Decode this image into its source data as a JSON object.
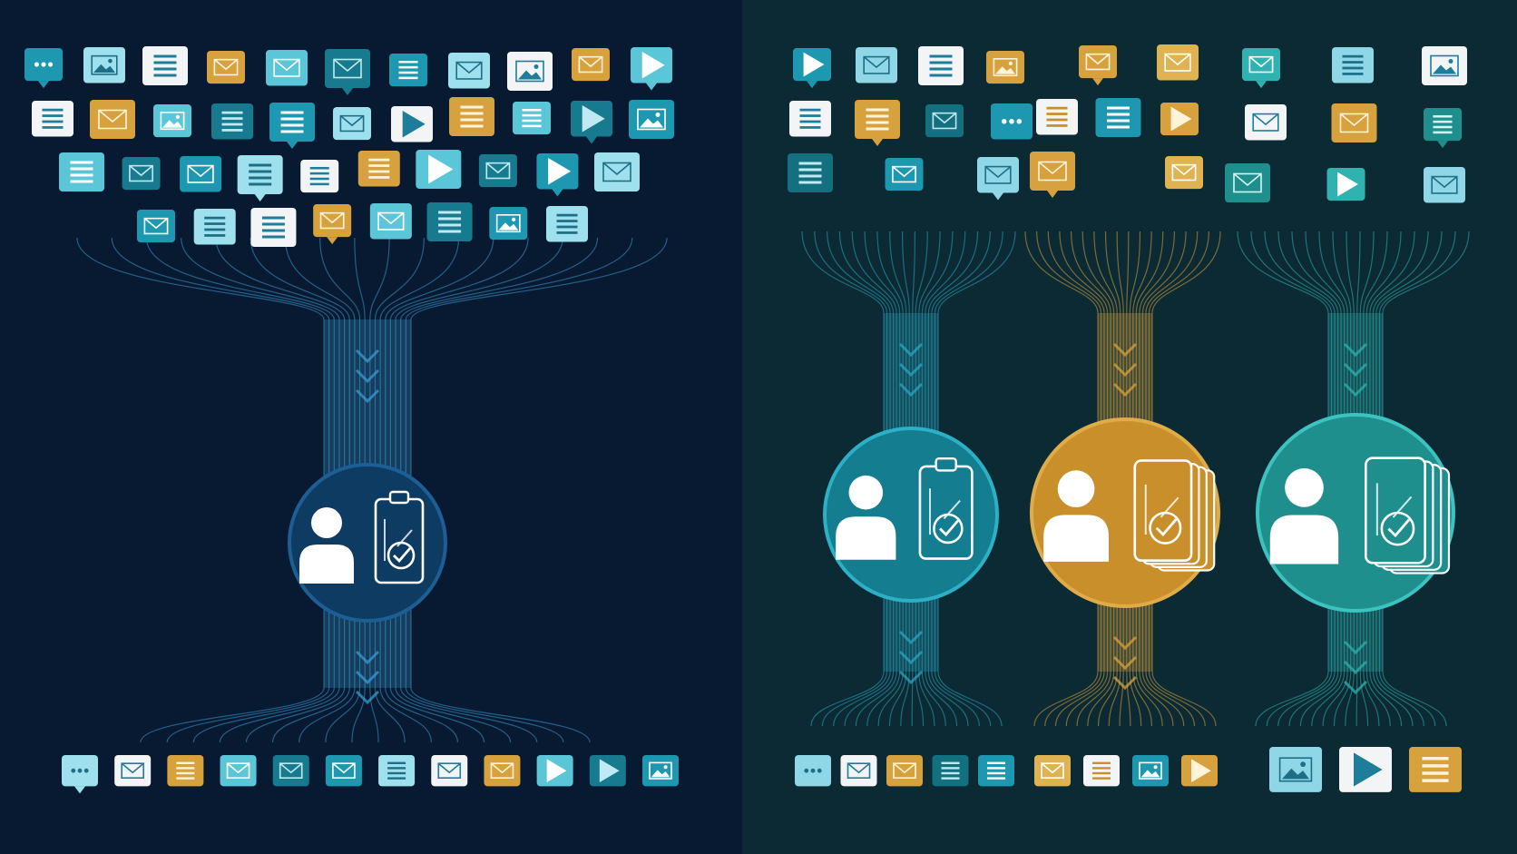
{
  "colors": {
    "left_bg": "#071a31",
    "right_bg": "#0b2a34",
    "teal": "#1e98b0",
    "light_teal": "#5cc6d9",
    "mint": "#2fb2b0",
    "gold": "#d7a23d",
    "white": "#f2f4f6",
    "navy_hub": "#0e3b62",
    "teal_hub": "#147d8f",
    "gold_hub": "#c88f2a",
    "mint_hub": "#1e8f8d"
  },
  "diagram": {
    "panels": [
      {
        "name": "single-reviewer",
        "streams": [
          {
            "name": "single",
            "accent": "#3a9bd0",
            "hub_fill": "#0e3b62",
            "hub_stroke": "#1d5e95",
            "documents": "single",
            "input_icons": [
              "chat-bubble-icon",
              "image-icon",
              "document-icon",
              "email-icon",
              "email-icon",
              "email-icon",
              "document-icon",
              "email-icon",
              "image-icon",
              "email-icon",
              "video-icon",
              "document-icon",
              "email-icon",
              "image-icon",
              "document-icon",
              "document-icon",
              "email-icon",
              "video-icon",
              "document-icon",
              "document-icon",
              "video-icon",
              "image-icon",
              "document-icon",
              "email-icon",
              "email-icon",
              "document-icon",
              "document-icon",
              "document-icon",
              "video-icon",
              "email-icon",
              "video-icon",
              "email-icon",
              "email-icon",
              "document-icon",
              "document-icon",
              "email-icon",
              "email-icon",
              "document-icon",
              "image-icon",
              "document-icon"
            ],
            "output_icons": [
              "chat-bubble-icon",
              "email-icon",
              "document-icon",
              "email-icon",
              "email-icon",
              "email-icon",
              "document-icon",
              "email-icon",
              "email-icon",
              "video-icon",
              "video-icon",
              "image-icon"
            ]
          }
        ]
      },
      {
        "name": "parallel-reviewers",
        "streams": [
          {
            "name": "teal",
            "accent": "#2aa6bf",
            "hub_fill": "#147d8f",
            "hub_stroke": "#2bb0c6",
            "documents": "single",
            "input_icons": [
              "video-icon",
              "email-icon",
              "document-icon",
              "image-icon",
              "document-icon",
              "document-icon",
              "email-icon",
              "chat-bubble-icon",
              "document-icon",
              "email-icon",
              "email-icon"
            ],
            "output_icons": [
              "chat-bubble-icon",
              "email-icon",
              "email-icon",
              "document-icon",
              "document-icon"
            ]
          },
          {
            "name": "gold",
            "accent": "#d7a23d",
            "hub_fill": "#c88f2a",
            "hub_stroke": "#e0ac49",
            "documents": "stack",
            "input_icons": [
              "email-icon",
              "email-icon",
              "document-icon",
              "document-icon",
              "video-icon",
              "email-icon",
              "email-icon"
            ],
            "output_icons": [
              "email-icon",
              "document-icon",
              "image-icon",
              "video-icon"
            ]
          },
          {
            "name": "mint",
            "accent": "#2fb2b0",
            "hub_fill": "#1e8f8d",
            "hub_stroke": "#3cc2bf",
            "documents": "stack",
            "input_icons": [
              "email-icon",
              "document-icon",
              "image-icon",
              "email-icon",
              "email-icon",
              "document-icon",
              "email-icon",
              "video-icon",
              "email-icon"
            ],
            "output_icons": [
              "image-icon",
              "video-icon",
              "document-icon"
            ]
          }
        ]
      }
    ]
  }
}
